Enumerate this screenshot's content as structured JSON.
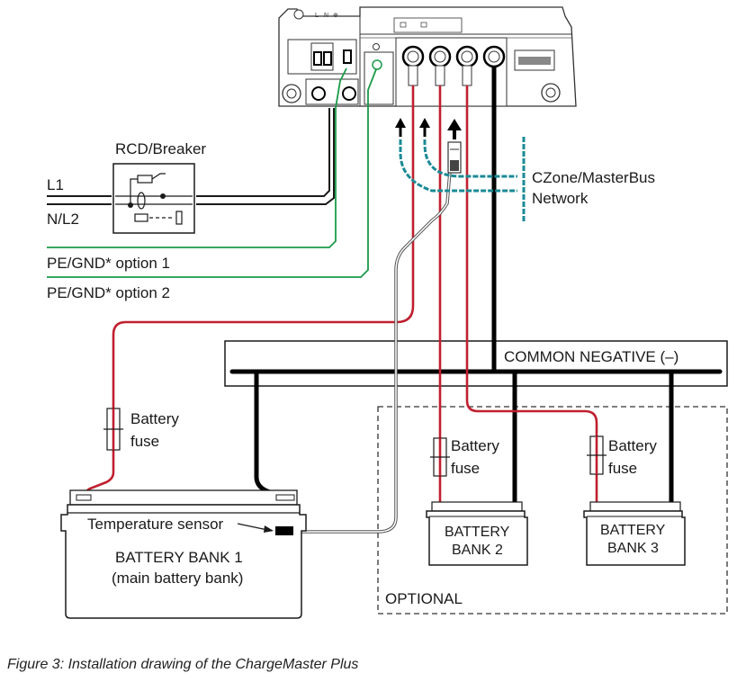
{
  "diagram": {
    "device": {
      "name": "ChargeMaster Plus",
      "ac_terminal_labels": [
        "L",
        "N",
        "⊕"
      ],
      "dc_terminal_count": 4
    },
    "labels": {
      "rcd": "RCD/Breaker",
      "l1": "L1",
      "nl2": "N/L2",
      "pe_option1": "PE/GND* option 1",
      "pe_option2": "PE/GND* option 2",
      "network_line1": "CZone/MasterBus",
      "network_line2": "Network",
      "common_negative": "COMMON NEGATIVE (–)",
      "fuse_line1": "Battery",
      "fuse_line2": "fuse",
      "temp_sensor": "Temperature sensor",
      "bank1_line1": "BATTERY BANK 1",
      "bank1_line2": "(main battery bank)",
      "bank2_line1": "BATTERY",
      "bank2_line2": "BANK 2",
      "bank3_line1": "BATTERY",
      "bank3_line2": "BANK 3",
      "optional": "OPTIONAL"
    },
    "colors": {
      "positive_wire": "#c0202f",
      "negative_wire": "#000000",
      "ground_wire": "#1a9a48",
      "network_cable": "#1a8a96",
      "line": "#1a1a1a"
    }
  },
  "caption": "Figure 3: Installation drawing of the ChargeMaster Plus"
}
